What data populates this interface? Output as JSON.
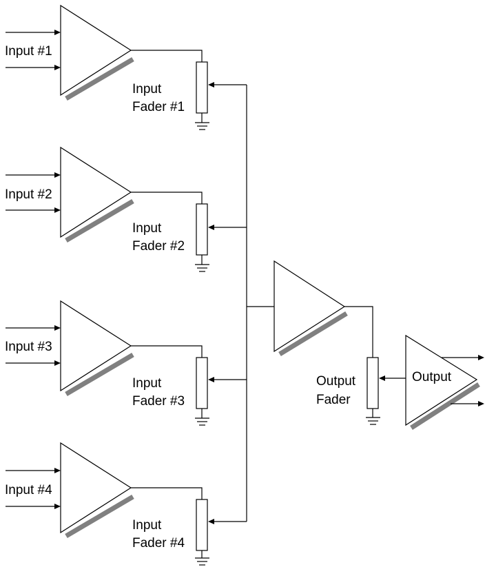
{
  "channels": [
    {
      "input_label": "Input #1",
      "fader_label_line1": "Input",
      "fader_label_line2": "Fader #1"
    },
    {
      "input_label": "Input #2",
      "fader_label_line1": "Input",
      "fader_label_line2": "Fader #2"
    },
    {
      "input_label": "Input #3",
      "fader_label_line1": "Input",
      "fader_label_line2": "Fader #3"
    },
    {
      "input_label": "Input #4",
      "fader_label_line1": "Input",
      "fader_label_line2": "Fader #4"
    }
  ],
  "output_fader": {
    "line1": "Output",
    "line2": "Fader"
  },
  "output_amp": {
    "label": "Output"
  },
  "colors": {
    "line": "#000000",
    "shadow": "#808080",
    "background": "#ffffff"
  }
}
